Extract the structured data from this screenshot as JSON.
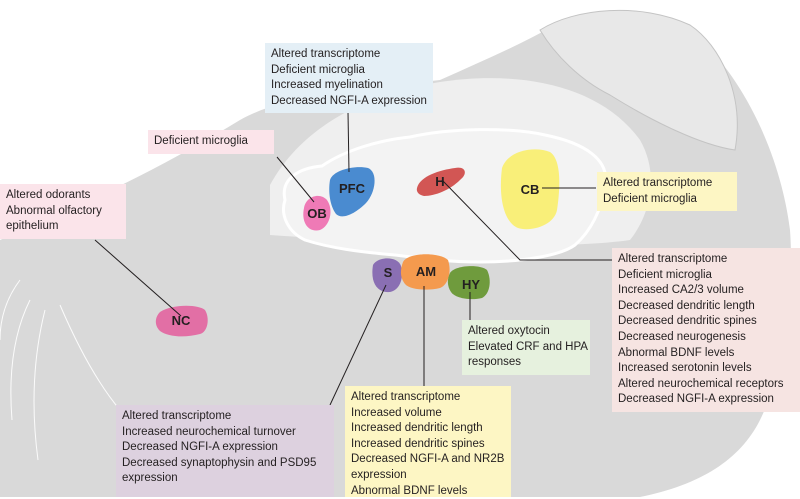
{
  "regions": {
    "nc": {
      "label": "NC",
      "color": "#e26fa5"
    },
    "ob": {
      "label": "OB",
      "color": "#ef7ab6"
    },
    "pfc": {
      "label": "PFC",
      "color": "#4a8bd0"
    },
    "h": {
      "label": "H",
      "color": "#d25654"
    },
    "cb": {
      "label": "CB",
      "color": "#f9ef79"
    },
    "s": {
      "label": "S",
      "color": "#8a6fb3"
    },
    "am": {
      "label": "AM",
      "color": "#f49a4e"
    },
    "hy": {
      "label": "HY",
      "color": "#6f9b3d"
    }
  },
  "boxes": {
    "nc": [
      "Altered odorants",
      "Abnormal olfactory",
      "epithelium"
    ],
    "ob": [
      "Deficient microglia"
    ],
    "pfc": [
      "Altered transcriptome",
      "Deficient microglia",
      "Increased myelination",
      "Decreased NGFI-A expression"
    ],
    "cb": [
      "Altered transcriptome",
      "Deficient microglia"
    ],
    "h": [
      "Altered transcriptome",
      "Deficient microglia",
      "Increased CA2/3 volume",
      "Decreased dendritic length",
      "Decreased dendritic spines",
      "Decreased neurogenesis",
      "Abnormal BDNF levels",
      "Increased serotonin levels",
      "Altered neurochemical receptors",
      "Decreased NGFI-A expression"
    ],
    "hy": [
      "Altered oxytocin",
      "Elevated CRF and HPA",
      "responses"
    ],
    "am": [
      "Altered transcriptome",
      "Increased volume",
      "Increased dendritic length",
      "Increased dendritic spines",
      "Decreased NGFI-A and NR2B",
      "expression",
      "Abnormal BDNF levels"
    ],
    "s": [
      "Altered transcriptome",
      "Increased neurochemical turnover",
      "Decreased NGFI-A expression",
      "Decreased synaptophysin and PSD95",
      "expression"
    ]
  }
}
